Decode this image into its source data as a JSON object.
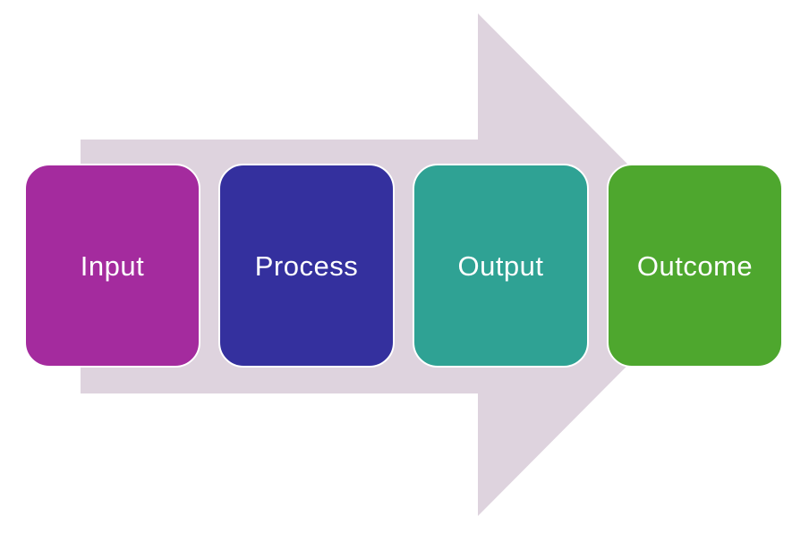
{
  "diagram": {
    "canvas_background": "#FFFFFF",
    "arrow_color": "#DED3DE",
    "box_outline_color": "#FFFFFF",
    "label_color": "#FFFFFF",
    "steps": [
      {
        "label": "Input",
        "color": "#A42B9E"
      },
      {
        "label": "Process",
        "color": "#34309E"
      },
      {
        "label": "Output",
        "color": "#2FA294"
      },
      {
        "label": "Outcome",
        "color": "#4EA72E"
      }
    ]
  }
}
